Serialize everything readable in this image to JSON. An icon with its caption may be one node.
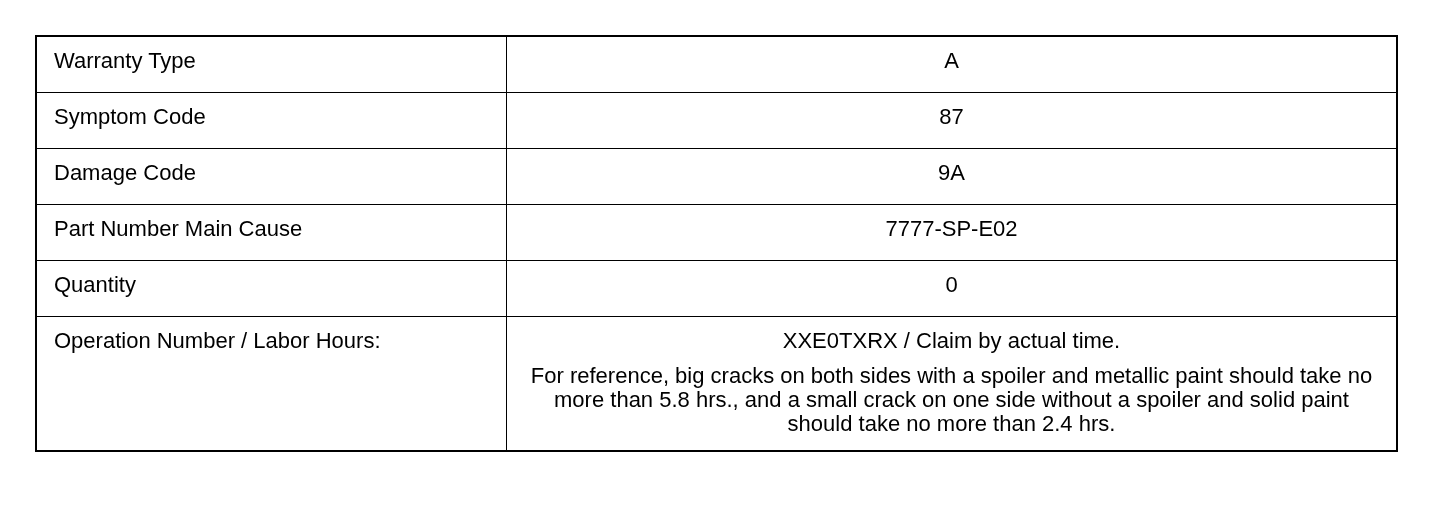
{
  "diagram": {
    "labels": [
      "Warranty Type",
      "A",
      "Symptom Code",
      "87",
      "Damage Code",
      "9A",
      "Part Number Main Cause",
      "7777-SP-E02",
      "Quantity",
      "0",
      "Operation Number / Labor Hours:",
      "XXE0TXRX / Claim by actual time.",
      "For reference, big cracks on both sides with a spoiler and metallic paint should take no more than 5.8 hrs., and a small crack on one side without a spoiler and solid paint should take no more than 2.4 hrs."
    ]
  }
}
